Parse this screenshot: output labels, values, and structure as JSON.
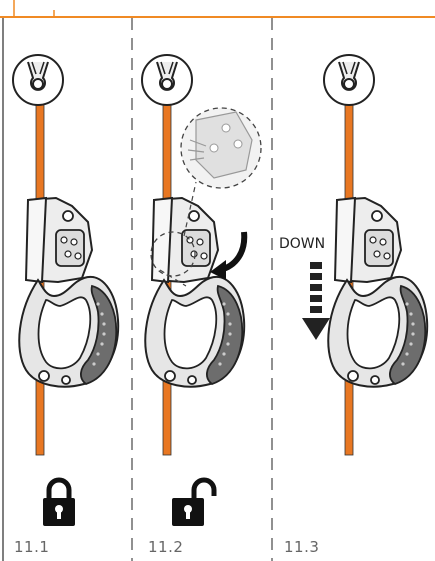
{
  "panels": [
    {
      "step": "11.1",
      "lock_state": "locked",
      "lock_icon": "padlock-closed-icon"
    },
    {
      "step": "11.2",
      "lock_state": "unlocked",
      "lock_icon": "padlock-open-icon"
    },
    {
      "step": "11.3",
      "arrow_text": "DOWN",
      "arrow_icon": "dashed-down-arrow-icon"
    }
  ],
  "colors": {
    "rope": "#e87722",
    "accent_bar": "#f08a24",
    "device_light": "#ededed",
    "device_dark": "#6d6d6d",
    "outline": "#222222",
    "divider": "#555555"
  }
}
